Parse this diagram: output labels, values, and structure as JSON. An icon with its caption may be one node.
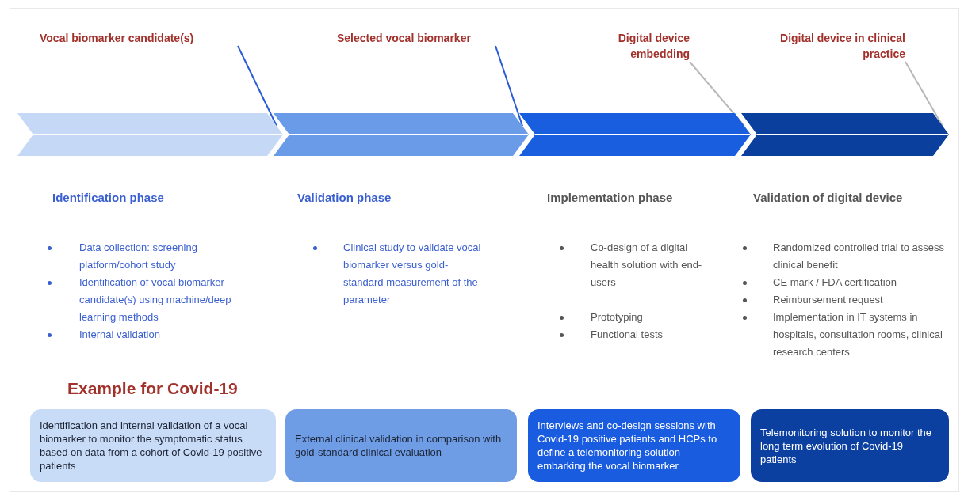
{
  "diagram": {
    "nodes": [
      {
        "text": [
          "Vocal biomarker candidate(s)"
        ]
      },
      {
        "text": [
          "Selected vocal biomarker"
        ]
      },
      {
        "text": [
          "Digital device embedding"
        ]
      },
      {
        "text": [
          "Digital device in clinical practice"
        ]
      },
      {
        "text": [],
        "shape": "chevron"
      },
      {
        "text": [],
        "shape": "chevron"
      },
      {
        "text": [],
        "shape": "chevron"
      },
      {
        "text": [],
        "shape": "chevron"
      },
      {
        "text": [
          "Identification and internal validation of a vocal biomarker to monitor the symptomatic status based on data from a cohort of Covid-19 positive patients"
        ]
      },
      {
        "text": [
          "External clinical validation in comparison with gold-standard clinical evaluation"
        ]
      },
      {
        "text": [
          "Interviews and co-design sessions with Covid-19 positive patients and HCPs to define a telemonitoring solution embarking the vocal biomarker"
        ]
      },
      {
        "text": [
          "Telemonitoring solution to monitor the long term evolution of Covid-19 patients"
        ]
      }
    ],
    "edges": [
      {
        "from": 0,
        "to": 4,
        "arrow": "none",
        "color": "#2a5bd7"
      },
      {
        "from": 1,
        "to": 5,
        "arrow": "none",
        "color": "#2a5bd7"
      },
      {
        "from": 2,
        "to": 6,
        "arrow": "none",
        "color": "#b8b8b8"
      },
      {
        "from": 3,
        "to": 7,
        "arrow": "none",
        "color": "#b8b8b8"
      }
    ],
    "labels": [
      "Identification phase",
      "Data collection: screening platform/cohort study",
      "Identification of vocal biomarker candidate(s) using machine/deep learning methods",
      "Internal validation",
      "Validation phase",
      "Clinical study to validate vocal biomarker versus gold-standard measurement of the parameter",
      "Implementation phase",
      "Co-design of a digital health solution with end-users",
      "Prototyping",
      "Functional tests",
      "Validation of digital device",
      "Randomized controlled trial to assess clinical benefit",
      "CE mark / FDA certification",
      "Reimbursement request",
      "Implementation in IT systems in hospitals, consultation rooms, clinical research centers",
      "Example for Covid-19"
    ]
  }
}
